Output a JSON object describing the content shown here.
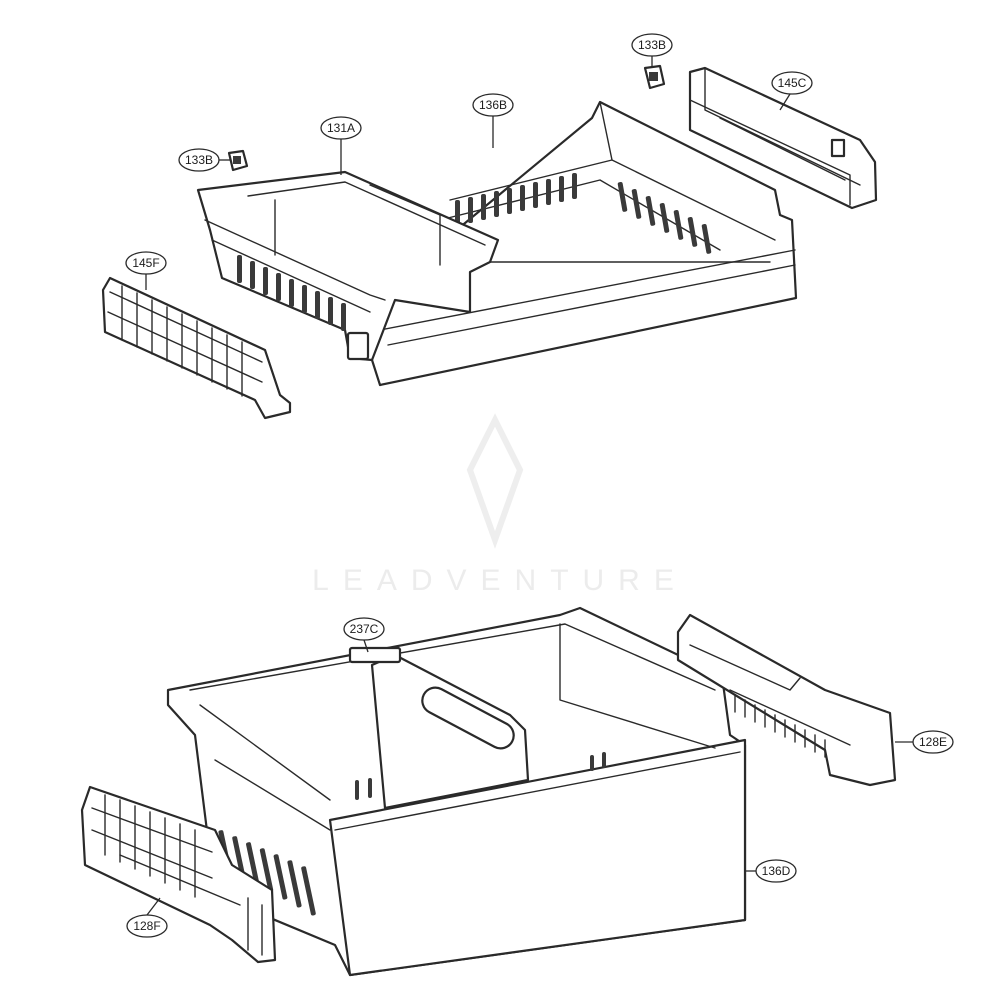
{
  "watermark": {
    "text": "LEADVENTURE"
  },
  "callouts": {
    "c133B_left": "133B",
    "c133B_right": "133B",
    "c131A": "131A",
    "c136B": "136B",
    "c145C": "145C",
    "c145F": "145F",
    "c237C": "237C",
    "c128E": "128E",
    "c136D": "136D",
    "c128F": "128F"
  }
}
